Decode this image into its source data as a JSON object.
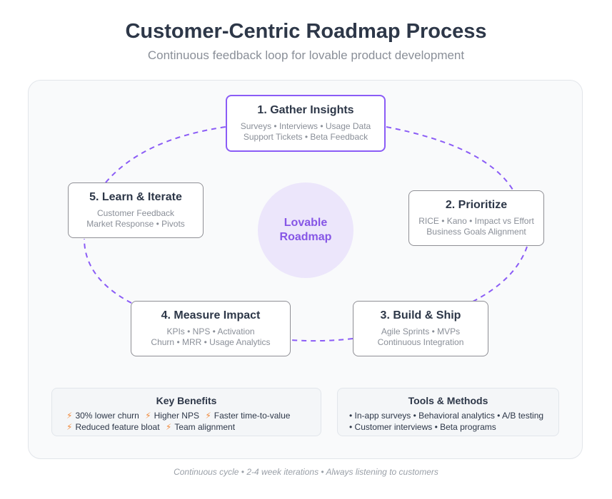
{
  "header": {
    "title": "Customer-Centric Roadmap Process",
    "subtitle": "Continuous feedback loop for lovable product development"
  },
  "hub": {
    "line1": "Lovable",
    "line2": "Roadmap"
  },
  "steps": [
    {
      "title": "1. Gather Insights",
      "line1": "Surveys • Interviews • Usage Data",
      "line2": "Support Tickets • Beta Feedback"
    },
    {
      "title": "2. Prioritize",
      "line1": "RICE • Kano • Impact vs Effort",
      "line2": "Business Goals Alignment"
    },
    {
      "title": "3. Build & Ship",
      "line1": "Agile Sprints • MVPs",
      "line2": "Continuous Integration"
    },
    {
      "title": "4. Measure Impact",
      "line1": "KPIs • NPS • Activation",
      "line2": "Churn • MRR • Usage Analytics"
    },
    {
      "title": "5. Learn & Iterate",
      "line1": "Customer Feedback",
      "line2": "Market Response • Pivots"
    }
  ],
  "benefits": {
    "title": "Key Benefits",
    "items": [
      "30% lower churn",
      "Higher NPS",
      "Faster time-to-value",
      "Reduced feature bloat",
      "Team alignment"
    ]
  },
  "tools": {
    "title": "Tools & Methods",
    "line1": "• In-app surveys • Behavioral analytics • A/B testing",
    "line2": "• Customer interviews • Beta programs"
  },
  "footer": "Continuous cycle • 2-4 week iterations • Always listening to customers",
  "colors": {
    "accent": "#8b5cf6",
    "hub_bg": "#ece6fb",
    "bolt": "#f08a3c"
  },
  "icons": {
    "benefit": "lightning-icon"
  }
}
